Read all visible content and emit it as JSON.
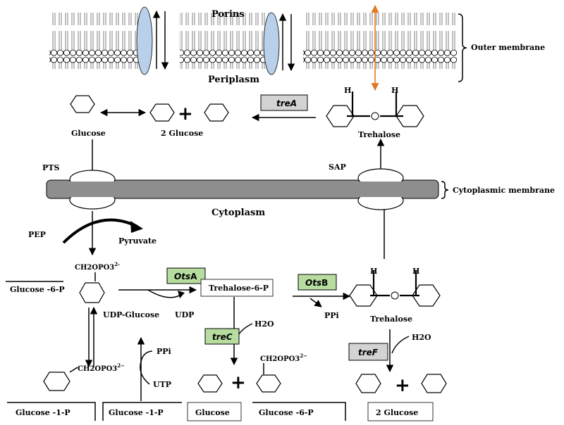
{
  "colors": {
    "enzyme_green": "#b6dca0",
    "enzyme_grey": "#d3d3d3",
    "porin_blue": "#b8d0ea",
    "membrane_grey": "#8e8e8e",
    "arrow_orange": "#e07b25"
  },
  "labels": {
    "porins": "Porins",
    "outer_membrane": "Outer membrane",
    "periplasm": "Periplasm",
    "cytoplasmic_membrane": "Cytoplasmic membrane",
    "cytoplasm": "Cytoplasm",
    "pts": "PTS",
    "sap": "SAP",
    "pep": "PEP",
    "pyruvate": "Pyruvate",
    "glucose_top": "Glucose",
    "two_glucose_top": "2 Glucose",
    "trehalose_top": "Trehalose",
    "h_top_left": "H",
    "h_top_right": "H",
    "ch2opo3_a": "CH2OPO3",
    "ch2opo3_a_charge": "2-",
    "glucose_6p_left": "Glucose -6-P",
    "udp_glucose": "UDP-Glucose",
    "udp": "UDP",
    "trehalose_6p": "Trehalose-6-P",
    "ppi_right": "PPi",
    "trehalose_mid": "Trehalose",
    "h_mid_left": "H",
    "h_mid_right": "H",
    "h2o_a": "H2O",
    "h2o_b": "H2O",
    "ch2opo3_b": "CH2OPO3",
    "ch2opo3_b_charge": "2−",
    "ppi_left": "PPi",
    "utp": "UTP",
    "ch2opo3_c": "CH2OPO3",
    "ch2opo3_c_charge": "2−",
    "glucose_1p_a": "Glucose -1-P",
    "glucose_1p_b": "Glucose -1-P",
    "glucose_bottom": "Glucose",
    "glucose_6p_bottom": "Glucose -6-P",
    "two_glucose_bottom": "2 Glucose"
  },
  "enzymes": {
    "treA": "treA",
    "otsA_italic": "Ots",
    "otsA_rest": "A",
    "otsB_italic": "Ots",
    "otsB_rest": "B",
    "treC": "treC",
    "treF": "treF"
  }
}
